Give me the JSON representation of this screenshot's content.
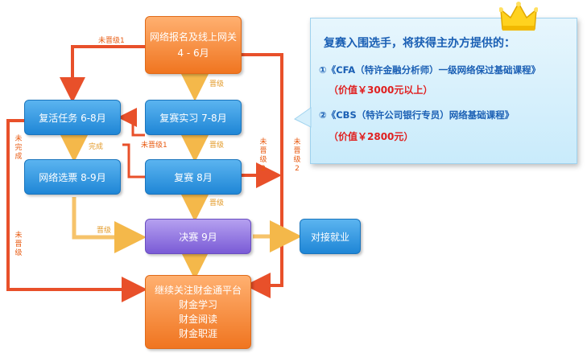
{
  "boxes": {
    "prelim": {
      "line1": "网络报名及线上网关",
      "line2": "4 - 6月"
    },
    "revive": "复活任务  6-8月",
    "rematch_intern": "复赛实习  7-8月",
    "online_vote": "网络选票  8-9月",
    "rematch": "复赛  8月",
    "final": "决赛  9月",
    "employment": "对接就业",
    "platform": {
      "title": "继续关注财金通平台",
      "items": [
        "财金学习",
        "财金阅读",
        "财金职涯"
      ]
    }
  },
  "labels": {
    "not_advance_1_top": "未晋级1",
    "advance_a": "晋级",
    "advance_b": "晋级",
    "advance_c": "晋级",
    "advance_d": "晋级",
    "not_complete": "未完成",
    "complete": "完成",
    "not_advance_1_mid": "未晋级1",
    "not_advance_2_mid": "未晋级2",
    "not_advance_2_right": "未晋级2",
    "not_advance_left": "未晋级"
  },
  "panel": {
    "title": "复赛入围选手，将获得主办方提供的：",
    "item1": "①《CFA（特许金融分析师）一级网络保过基础课程》",
    "item1_price": "（价值￥3000元以上）",
    "item2": "②《CBS（特许公司银行专员）网络基础课程》",
    "item2_price": "（价值￥2800元）"
  },
  "colors": {
    "orange": "#f07520",
    "blue": "#1f86d6",
    "purple": "#7a5bd6",
    "red_arrow": "#e8502a",
    "light_arrow": "#f6c36a",
    "panel_title": "#1a5fb4",
    "price": "#e02020"
  },
  "icons": {
    "crown": "crown-icon"
  }
}
